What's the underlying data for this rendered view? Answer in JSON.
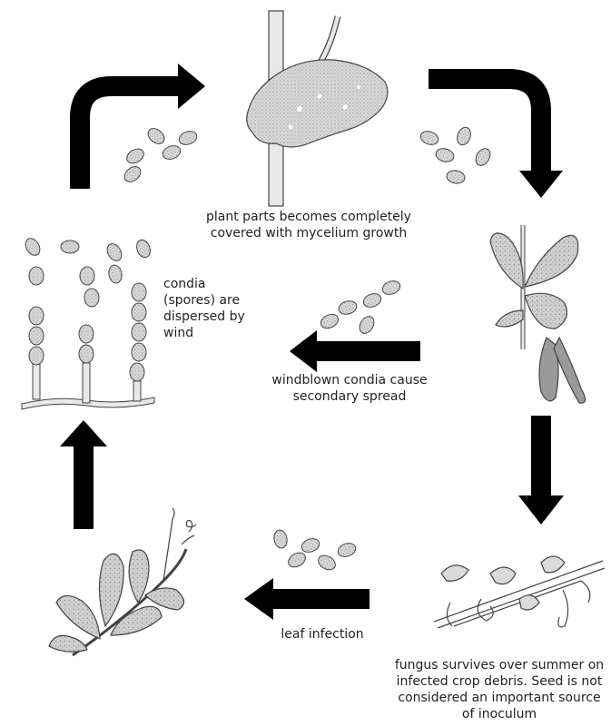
{
  "captions": {
    "mycelium": "plant parts becomes completely covered with mycelium growth",
    "dispersed": "condia (spores) are dispersed by wind",
    "secondary": "windblown condia cause secondary spread",
    "leaf_infection": "leaf infection",
    "survives": "fungus survives over summer on infected crop debris. Seed is not considered an important source of inoculum"
  },
  "colors": {
    "arrow": "#000000",
    "ink": "#333333",
    "leaf_fill": "#cfcfcf",
    "fungus_fill": "#dadada"
  }
}
